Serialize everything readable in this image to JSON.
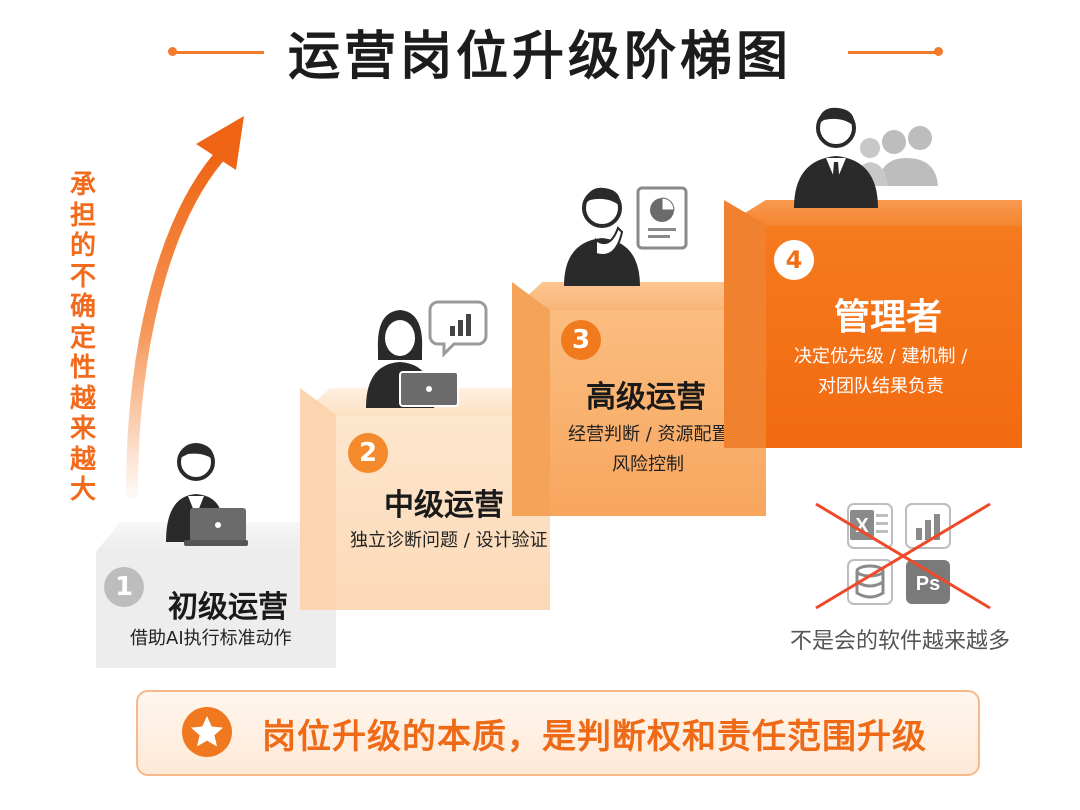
{
  "title": "运营岗位升级阶梯图",
  "side_caption": "承担的不确定性越来越大",
  "steps": [
    {
      "number": "1",
      "title": "初级运营",
      "desc": [
        "借助AI执行标准动作"
      ]
    },
    {
      "number": "2",
      "title": "中级运营",
      "desc": [
        "独立诊断问题 / 设计验证"
      ]
    },
    {
      "number": "3",
      "title": "高级运营",
      "desc": [
        "经营判断 / 资源配置 /",
        "风险控制"
      ]
    },
    {
      "number": "4",
      "title": "管理者",
      "desc": [
        "决定优先级 / 建机制 /",
        "对团队结果负责"
      ]
    }
  ],
  "tools": {
    "caption": "不是会的软件越来越多",
    "icons": [
      {
        "name": "excel-icon",
        "label": "X"
      },
      {
        "name": "bar-chart-icon",
        "label": ""
      },
      {
        "name": "database-icon",
        "label": ""
      },
      {
        "name": "photoshop-icon",
        "label": "Ps"
      }
    ]
  },
  "banner": {
    "text": "岗位升级的本质，是判断权和责任范围升级"
  },
  "colors": {
    "accent": "#f27a2a",
    "step1": "#eeeeee",
    "step2": "#fde3c8",
    "step3": "#f9b26c",
    "step4": "#f4731a"
  }
}
